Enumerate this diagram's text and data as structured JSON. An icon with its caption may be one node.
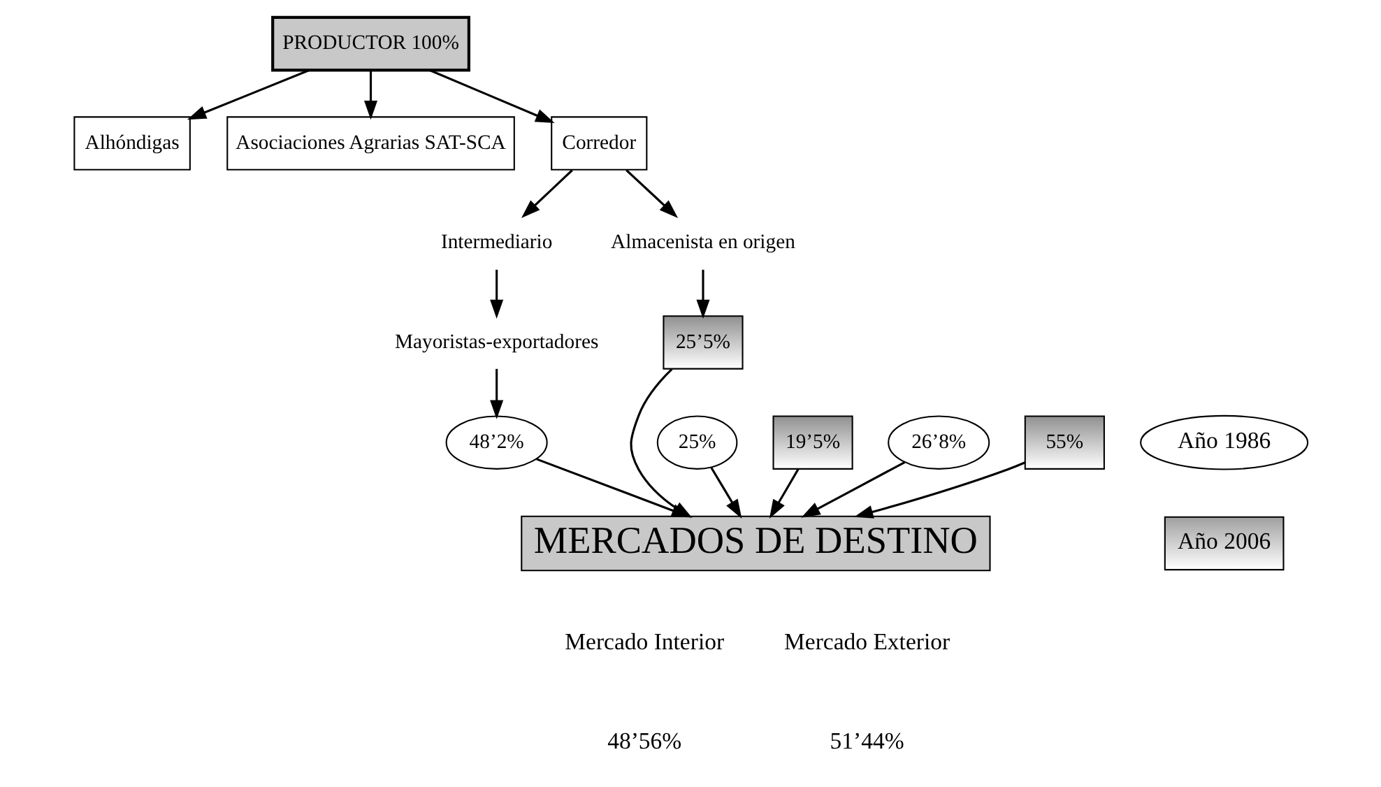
{
  "diagram": {
    "nodes": [
      {
        "text": [
          "PRODUCTOR 100%"
        ]
      },
      {
        "text": [
          "Alhóndigas"
        ]
      },
      {
        "text": [
          "Asociaciones Agrarias SAT-SCA"
        ]
      },
      {
        "text": [
          "Corredor"
        ]
      },
      {
        "text": [
          "Intermediario"
        ]
      },
      {
        "text": [
          "Mayoristas-exportadores"
        ]
      },
      {
        "text": [
          "Almacenista en origen"
        ]
      },
      {
        "text": [
          "25%"
        ]
      },
      {
        "text": [
          "19’5%"
        ]
      },
      {
        "text": [
          "26’8%"
        ]
      },
      {
        "text": [
          "55%"
        ]
      },
      {
        "text": [
          "48’2%"
        ]
      },
      {
        "text": [
          "25’5%"
        ]
      },
      {
        "text": [
          "MERCADOS DE DESTINO"
        ]
      }
    ],
    "edges": [
      {
        "from": 0,
        "to": 1,
        "arrow": "to"
      },
      {
        "from": 0,
        "to": 2,
        "arrow": "to"
      },
      {
        "from": 0,
        "to": 3,
        "arrow": "to"
      },
      {
        "from": 3,
        "to": 4,
        "arrow": "to"
      },
      {
        "from": 3,
        "to": 6,
        "arrow": "to"
      },
      {
        "from": 4,
        "to": 5,
        "arrow": "to"
      },
      {
        "from": 5,
        "to": 11,
        "arrow": "to"
      },
      {
        "from": 6,
        "to": 12,
        "arrow": "to"
      },
      {
        "from": 7,
        "to": 13,
        "arrow": "to"
      },
      {
        "from": 8,
        "to": 13,
        "arrow": "to"
      },
      {
        "from": 9,
        "to": 13,
        "arrow": "to"
      },
      {
        "from": 10,
        "to": 13,
        "arrow": "to"
      },
      {
        "from": 11,
        "to": 13,
        "arrow": "to"
      },
      {
        "from": 12,
        "to": 13,
        "arrow": "to"
      }
    ],
    "labels": [
      "Mercado Interior",
      "Mercado Exterior",
      "48’56%",
      "51’44%"
    ],
    "legend": [
      {
        "text": "Año 1986"
      },
      {
        "text": "Año 2006",
        "color": "#a0a0a0"
      }
    ]
  }
}
